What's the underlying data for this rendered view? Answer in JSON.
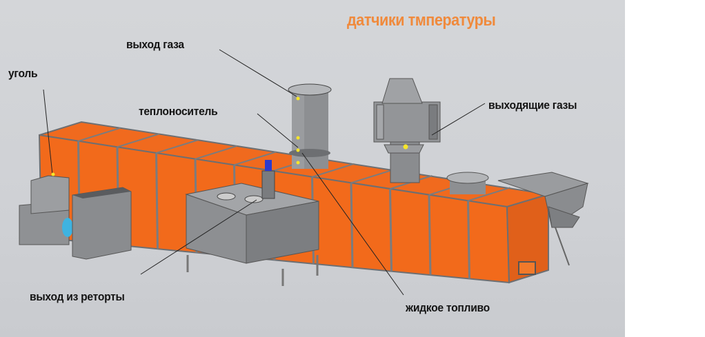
{
  "title": "датчики тмпературы",
  "labels": {
    "gas_outlet": "выход газа",
    "coal": "уголь",
    "heat_carrier": "теплоноситель",
    "exhaust_gases": "выходящие газы",
    "retort_outlet": "выход из реторты",
    "liquid_fuel": "жидкое топливо"
  },
  "colors": {
    "title": "#f08a3c",
    "furnace": "#f26a1b",
    "steel": "#8e9194",
    "sensor": "#f5e52a"
  }
}
